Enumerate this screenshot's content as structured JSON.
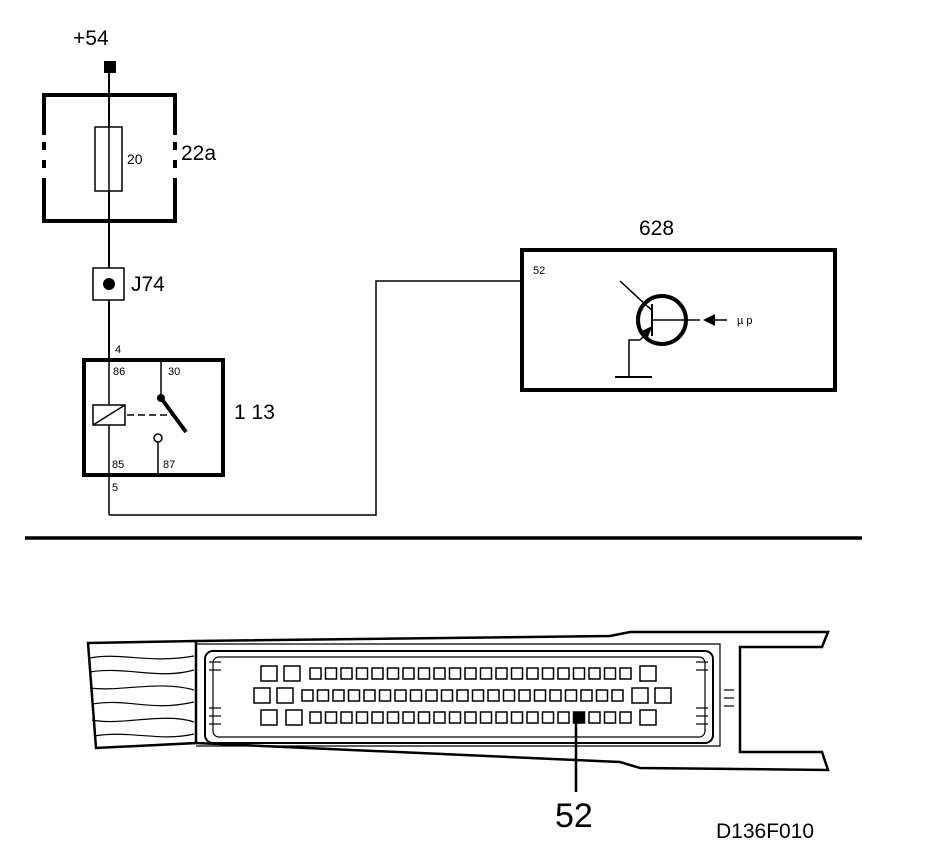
{
  "supply": {
    "label": "+54"
  },
  "fuse": {
    "id": "22a",
    "rating": "20"
  },
  "connector": {
    "id": "J74"
  },
  "relay": {
    "id": "1 13",
    "pin_in": "4",
    "pin_out": "5",
    "pins": {
      "p86": "86",
      "p30": "30",
      "p85": "85",
      "p87": "87"
    }
  },
  "control_unit": {
    "id": "628",
    "pin": "52",
    "signal": "µ p"
  },
  "connector_view": {
    "pin_label": "52"
  },
  "figure_id": "D136F010"
}
